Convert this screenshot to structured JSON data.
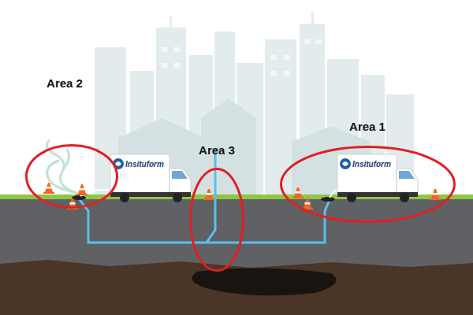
{
  "diagram": {
    "nodes": [
      {
        "text": [
          "Area 2"
        ]
      },
      {
        "text": [
          "Area 3"
        ]
      },
      {
        "text": [
          "Area 1"
        ]
      }
    ],
    "labels": [
      "Insituform",
      "Insituform"
    ]
  }
}
